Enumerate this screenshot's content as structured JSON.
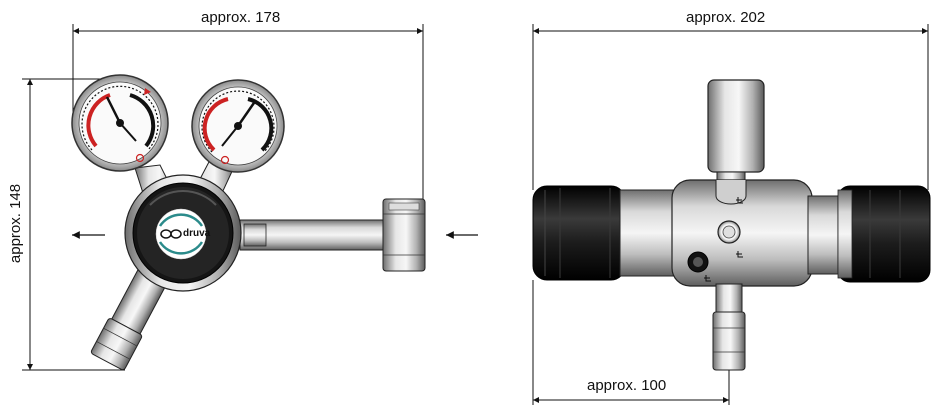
{
  "dimensions": {
    "width_left_label": "approx. 178",
    "height_left_label": "approx. 148",
    "width_right_label": "approx. 202",
    "outlet_right_label": "approx. 100"
  },
  "brand": {
    "logo_text": "druva"
  },
  "colors": {
    "metal_light": "#e9e9e9",
    "metal_dark": "#7a7a7a",
    "knob": "#1a1a1a",
    "logo_teal": "#2b8b8b",
    "pointer_red": "#cc2222"
  },
  "icons": {
    "flow_arrow": "arrow-left-icon"
  }
}
